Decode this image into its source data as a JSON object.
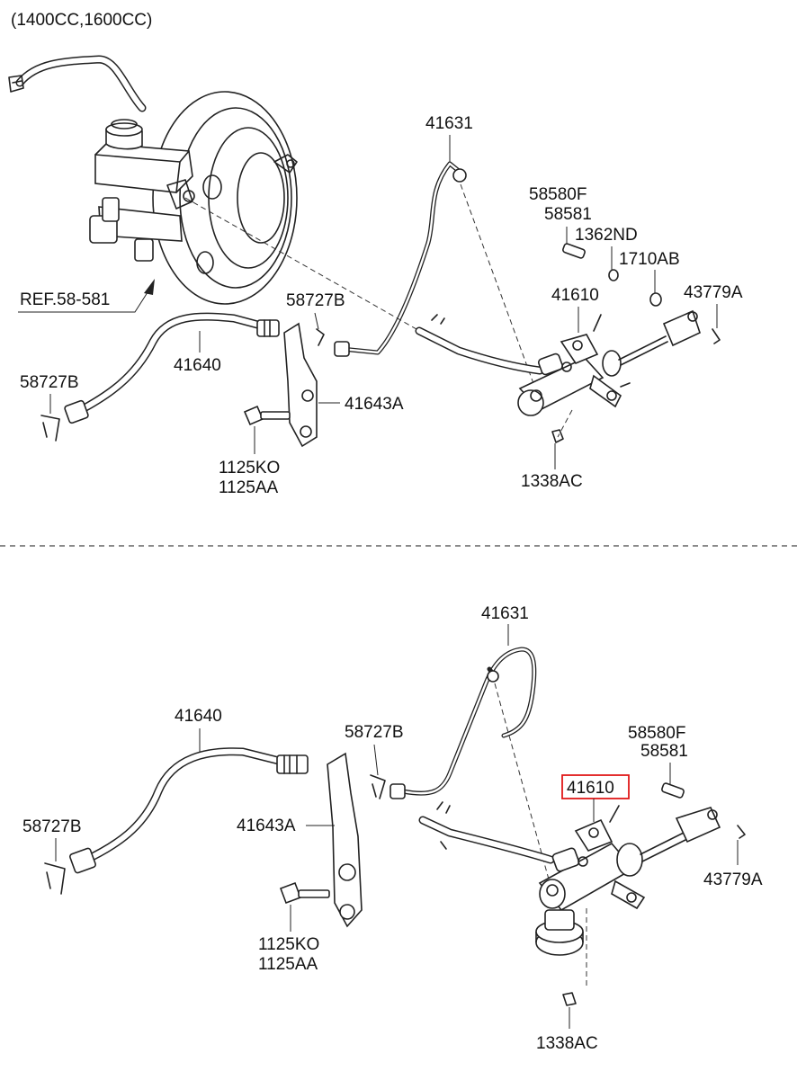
{
  "header": {
    "engine_note": "(1400CC,1600CC)"
  },
  "top_section": {
    "labels": {
      "ref": "REF.58-581",
      "pipe": "41631",
      "bolt_a": "58580F",
      "bolt_b": "58581",
      "washer": "1362ND",
      "oring": "1710AB",
      "master_cylinder": "41610",
      "clevis_pin": "43779A",
      "clip": "58727B",
      "hose": "41640",
      "clip_left": "58727B",
      "bracket": "41643A",
      "bolt_c": "1125KO",
      "bolt_d": "1125AA",
      "nut": "1338AC"
    }
  },
  "bottom_section": {
    "labels": {
      "pipe": "41631",
      "hose": "41640",
      "clip": "58727B",
      "bolt_a": "58580F",
      "bolt_b": "58581",
      "master_cylinder": "41610",
      "clip_left": "58727B",
      "bracket": "41643A",
      "clevis_pin": "43779A",
      "bolt_c": "1125KO",
      "bolt_d": "1125AA",
      "nut": "1338AC"
    },
    "highlight_color": "#e01818"
  }
}
